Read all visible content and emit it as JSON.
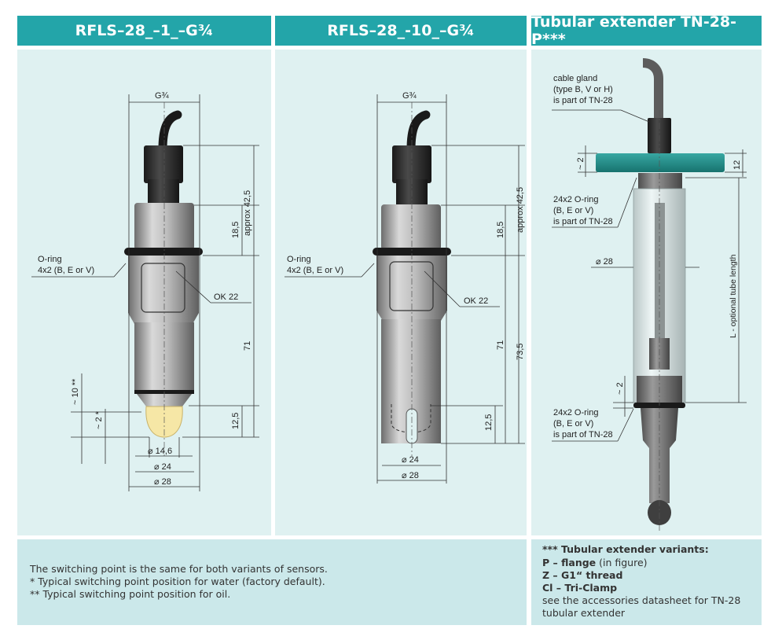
{
  "headers": {
    "col1": "RFLS–28_–1_–G¾",
    "col2": "RFLS–28_-10_–G¾",
    "col3": "Tubular extender TN-28-P***"
  },
  "sensor1": {
    "thread": "G¾",
    "o_ring": "O-ring",
    "o_ring_spec": "4x2 (B, E or V)",
    "wrench": "OK 22",
    "d_approx": "approx 42,5",
    "d_185": "18,5",
    "d_71": "71",
    "d_125": "12,5",
    "d_10": "~ 10 **",
    "d_2": "~ 2 *",
    "dia_146": "⌀ 14,6",
    "dia_24": "⌀ 24",
    "dia_28": "⌀ 28"
  },
  "sensor2": {
    "thread": "G¾",
    "o_ring": "O-ring",
    "o_ring_spec": "4x2 (B, E or V)",
    "wrench": "OK 22",
    "d_approx": "approx 42,5",
    "d_185": "18,5",
    "d_71": "71",
    "d_735": "73,5",
    "d_125": "12,5",
    "dia_24": "⌀ 24",
    "dia_28": "⌀ 28"
  },
  "extender": {
    "gland_1": "cable gland",
    "gland_2": "(type B, V or H)",
    "gland_3": "is part of TN-28",
    "oring_a1": "24x2 O-ring",
    "oring_a2": "(B, E or V)",
    "oring_a3": "is part of TN-28",
    "oring_b1": "24x2 O-ring",
    "oring_b2": "(B, E or V)",
    "oring_b3": "is part of TN-28",
    "d_2a": "~ 2",
    "d_2b": "~ 2",
    "d_12": "12",
    "dia_28": "⌀  28",
    "length": "L - optional tube length"
  },
  "notes_left": [
    "The switching point is the same for both variants of sensors.",
    "* Typical switching point position for water (factory default).",
    "** Typical switching point position for oil."
  ],
  "notes_right": {
    "title": "*** Tubular extender variants:",
    "p_code": "P – flange",
    "p_desc": " (in figure)",
    "z_code": "Z – G1“ thread",
    "cl_code": "Cl – Tri-Clamp",
    "see1": "see the accessories datasheet for TN-28",
    "see2": "tubular extender"
  },
  "colors": {
    "header_bg": "#23a5a9",
    "panel_bg": "#dff1f1",
    "note_bg": "#cbe8ea",
    "flange": "#1f8a86"
  }
}
